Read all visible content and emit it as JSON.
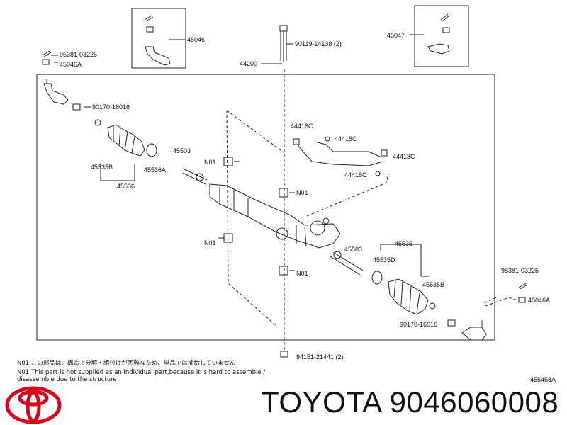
{
  "labels": {
    "p45046": "45046",
    "p45047": "45047",
    "p95381_top": "95381-03225",
    "p45046a_top": "45046A",
    "p90119": "90119-14138 (2)",
    "p44200": "44200",
    "p90170_top": "90170-16016",
    "p44418c_1": "44418C",
    "p44418c_2": "44418C",
    "p44418c_3": "44418C",
    "p44418c_4": "44418C",
    "p45503_top": "45503",
    "p45535b_top": "45535B",
    "p45536a": "45536A",
    "p45536": "45536",
    "n01_1": "N01",
    "n01_2": "N01",
    "n01_3": "N01",
    "n01_4": "N01",
    "p45503_bot": "45503",
    "p45535": "45535",
    "p45535d": "45535D",
    "p45535b_bot": "45535B",
    "p95381_bot": "95381-03225",
    "p45046a_bot": "45046A",
    "p90170_bot": "90170-16016",
    "p94151": "94151-21441 (2)"
  },
  "notes": {
    "line1": "N01 この部品は、構造上分解・組付けが困難なため、単品では補給していません",
    "line2": "N01  This part is not supplied as an individual part,because it is hard to assemble /",
    "line3": "      disassemble due to the structure"
  },
  "ref_code": "455458A",
  "brand_text": "TOYOTA 9046060008",
  "colors": {
    "logo": "#d9001b",
    "lines": "#222222"
  }
}
